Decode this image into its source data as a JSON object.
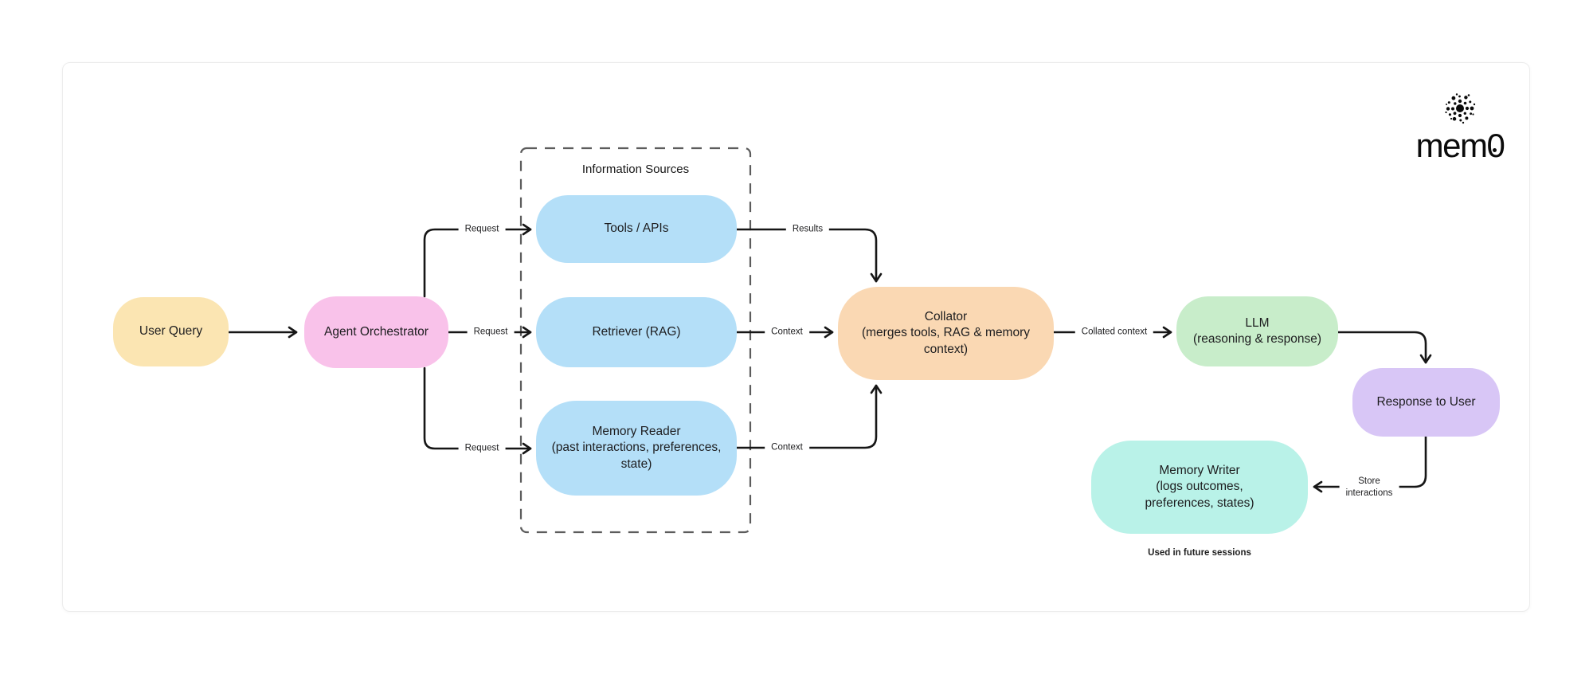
{
  "logo": {
    "icon": "mem0-dot-burst-icon",
    "text": "mem0"
  },
  "diagram": {
    "group_box": {
      "title": "Information Sources"
    },
    "nodes": {
      "user_query": {
        "label": "User Query",
        "color": "#fbe5b2"
      },
      "agent_orchestrator": {
        "label": "Agent Orchestrator",
        "color": "#f9c2ea"
      },
      "tools_apis": {
        "label": "Tools / APIs",
        "color": "#b4dff8"
      },
      "retriever": {
        "label": "Retriever (RAG)",
        "color": "#b4dff8"
      },
      "memory_reader": {
        "label": "Memory Reader\n(past interactions, preferences,\nstate)",
        "color": "#b4dff8"
      },
      "collator": {
        "label": "Collator\n(merges tools, RAG & memory\ncontext)",
        "color": "#fad8b3"
      },
      "llm": {
        "label": "LLM\n(reasoning & response)",
        "color": "#c8edca"
      },
      "response_to_user": {
        "label": "Response to User",
        "color": "#d8c6f6"
      },
      "memory_writer": {
        "label": "Memory Writer\n(logs outcomes,\npreferences, states)",
        "color": "#b9f2e8"
      }
    },
    "edges": [
      {
        "from": "user_query",
        "to": "agent_orchestrator",
        "label": ""
      },
      {
        "from": "agent_orchestrator",
        "to": "tools_apis",
        "label": "Request"
      },
      {
        "from": "agent_orchestrator",
        "to": "retriever",
        "label": "Request"
      },
      {
        "from": "agent_orchestrator",
        "to": "memory_reader",
        "label": "Request"
      },
      {
        "from": "tools_apis",
        "to": "collator",
        "label": "Results"
      },
      {
        "from": "retriever",
        "to": "collator",
        "label": "Context"
      },
      {
        "from": "memory_reader",
        "to": "collator",
        "label": "Context"
      },
      {
        "from": "collator",
        "to": "llm",
        "label": "Collated context"
      },
      {
        "from": "llm",
        "to": "response_to_user",
        "label": ""
      },
      {
        "from": "response_to_user",
        "to": "memory_writer",
        "label": "Store\ninteractions"
      }
    ],
    "caption": "Used in future sessions",
    "colors": {
      "connector_stroke": "#161616",
      "dashed_border": "#5c5c5c",
      "card_border": "#ececec",
      "text": "#1d1d1f"
    }
  }
}
